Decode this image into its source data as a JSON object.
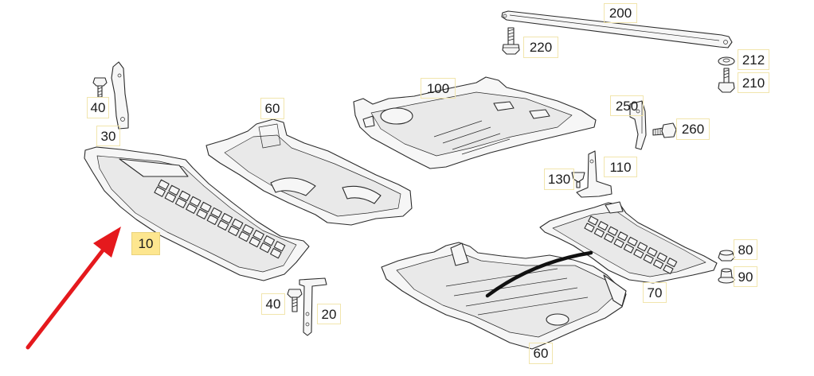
{
  "diagram": {
    "callouts": [
      {
        "label": "200"
      },
      {
        "label": "220"
      },
      {
        "label": "212"
      },
      {
        "label": "210"
      },
      {
        "label": "100"
      },
      {
        "label": "250"
      },
      {
        "label": "260"
      },
      {
        "label": "60"
      },
      {
        "label": "40"
      },
      {
        "label": "30"
      },
      {
        "label": "110"
      },
      {
        "label": "130"
      },
      {
        "label": "10",
        "highlighted": true
      },
      {
        "label": "80"
      },
      {
        "label": "90"
      },
      {
        "label": "70"
      },
      {
        "label": "40"
      },
      {
        "label": "20"
      },
      {
        "label": "60"
      }
    ]
  },
  "colors": {
    "arrow": "#e5191d",
    "highlight_fill": "#fde68f",
    "callout_border": "#f1e5ad",
    "line_art": "#2b2b2b",
    "background": "#ffffff"
  }
}
